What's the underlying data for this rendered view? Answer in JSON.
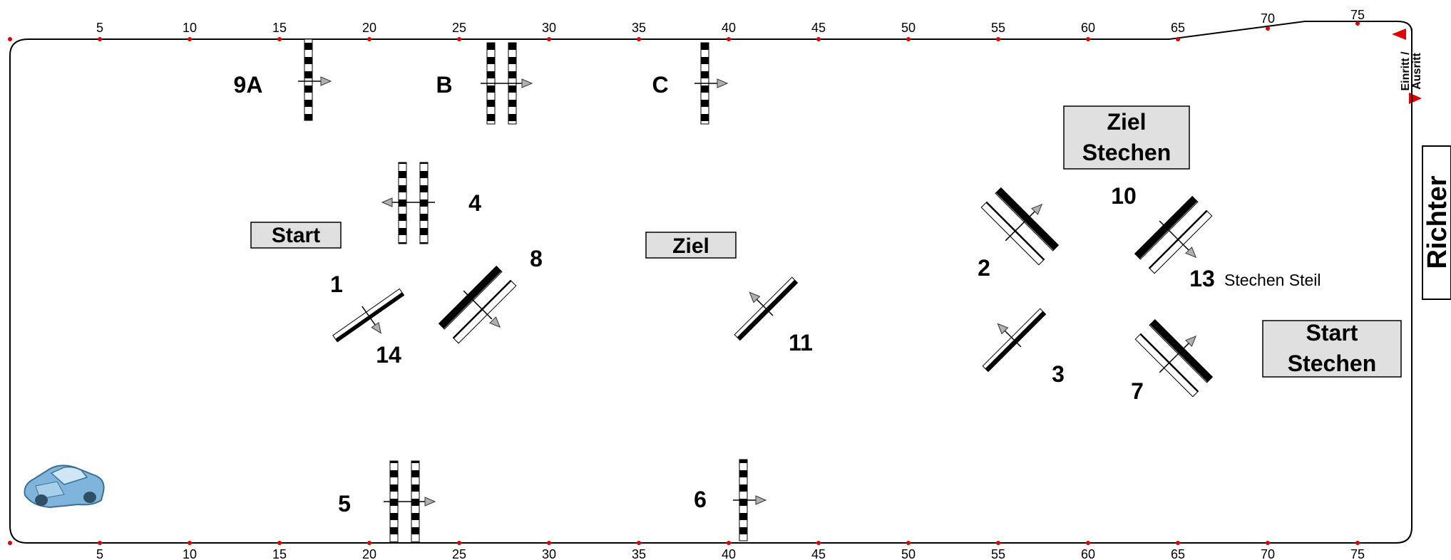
{
  "ruler": {
    "top_ticks": [
      "5",
      "10",
      "15",
      "20",
      "25",
      "30",
      "35",
      "40",
      "45",
      "50",
      "55",
      "60",
      "65",
      "70",
      "75"
    ],
    "bottom_ticks": [
      "5",
      "10",
      "15",
      "20",
      "25",
      "30",
      "35",
      "40",
      "45",
      "50",
      "55",
      "60",
      "65",
      "70",
      "75"
    ]
  },
  "signs": {
    "start": "Start",
    "ziel": "Ziel",
    "ziel_stechen_1": "Ziel",
    "ziel_stechen_2": "Stechen",
    "start_stechen_1": "Start",
    "start_stechen_2": "Stechen",
    "richter": "Richter",
    "entry_1": "Einritt /",
    "entry_2": "Ausritt"
  },
  "obstacles": {
    "o9a": "9A",
    "ob": "B",
    "oc": "C",
    "o4": "4",
    "o8": "8",
    "o1": "1",
    "o14": "14",
    "o11": "11",
    "o10": "10",
    "o2": "2",
    "o13": "13",
    "o13_note": "Stechen Steil",
    "o3": "3",
    "o7": "7",
    "o5": "5",
    "o6": "6"
  },
  "colors": {
    "ruler_dot": "#e00000",
    "arrow_fill": "#b0b0b0",
    "sign_fill": "#e0e0e0",
    "entry_arrow": "#e00000",
    "car": "#7fb5dd"
  },
  "icons": {
    "car": "car-icon"
  }
}
